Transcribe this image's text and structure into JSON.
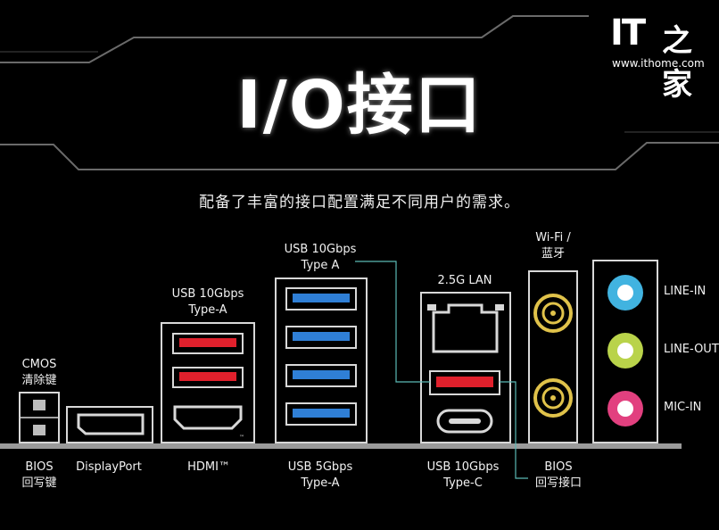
{
  "logo": {
    "brand": "IT",
    "brand_zh": "之家",
    "url": "www.ithome.com"
  },
  "title": "I/O接口",
  "subtitle": "配备了丰富的接口配置满足不同用户的需求。",
  "top_labels": {
    "cmos": [
      "CMOS",
      "清除键"
    ],
    "usb_typea_hdmi": [
      "USB 10Gbps",
      "Type-A"
    ],
    "usb_typea_top": [
      "USB 10Gbps",
      "Type A"
    ],
    "lan": [
      "2.5G LAN"
    ],
    "wifi": [
      "Wi-Fi /",
      "蓝牙"
    ]
  },
  "bottom_labels": {
    "bios": [
      "BIOS",
      "回写键"
    ],
    "displayport": [
      "DisplayPort"
    ],
    "hdmi": [
      "HDMI™"
    ],
    "usb5": [
      "USB 5Gbps",
      "Type-A"
    ],
    "usbc": [
      "USB 10Gbps",
      "Type-C"
    ],
    "bios_port": [
      "BIOS",
      "回写接口"
    ]
  },
  "audio_jacks": [
    "LINE-IN",
    "LINE-OUT",
    "MIC-IN"
  ],
  "colors": {
    "usb_red": "#e0202c",
    "usb_blue": "#2f7fd6",
    "line_in": "#41b3e0",
    "line_out": "#b9d34a",
    "mic_in": "#e2407f",
    "wifi_gold": "#e0c24a",
    "leader": "#5bb9b5"
  }
}
